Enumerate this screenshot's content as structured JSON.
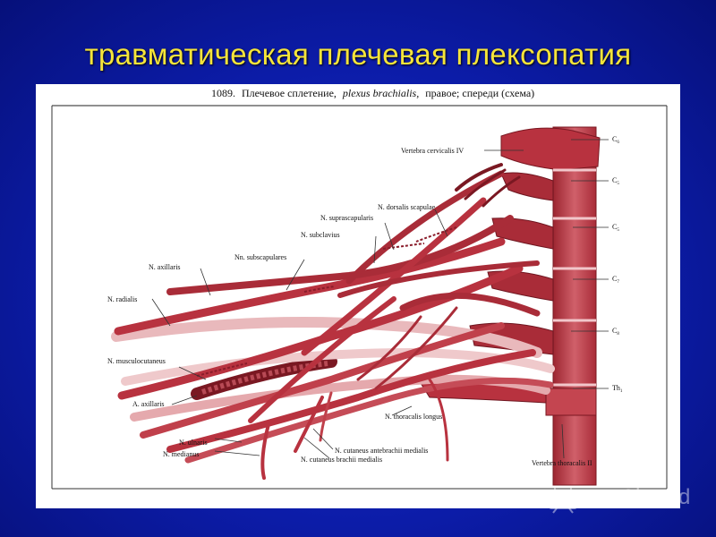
{
  "slide": {
    "title": "травматическая плечевая плексопатия"
  },
  "figure": {
    "caption_number": "1089.",
    "caption_text": "Плечевое сплетение,",
    "caption_latin": "plexus brachialis,",
    "caption_rest": "правое; спереди (схема)",
    "labels": {
      "vertebra_cervicalis_iv": "Vertebra cervicalis IV",
      "dorsalis_scapulae": "N. dorsalis scapulae",
      "suprascapularis": "N. suprascapularis",
      "subclavius": "N. subclavius",
      "subscapulares": "Nn. subscapulares",
      "axillaris": "N. axillaris",
      "radialis": "N. radialis",
      "musculocutaneus": "N. musculocutaneus",
      "a_axillaris": "A. axillaris",
      "ulnaris": "N. ulnaris",
      "medianus": "N. medianus",
      "thoracalis_longus": "N. thoracalis longus",
      "cutaneus_antebrachii": "N. cutaneus antebrachii medialis",
      "cutaneus_brachii": "N. cutaneus brachii medialis",
      "vertebra_thoracalis_ii": "Vertebra thoracalis II"
    },
    "spine_labels": {
      "c6": "C",
      "c6_sub": "6",
      "c5": "C",
      "c5_sub": "5",
      "c5b": "C",
      "c5b_sub": "5",
      "c7": "C",
      "c7_sub": "7",
      "c8": "C",
      "c8_sub": "8",
      "th1": "Th",
      "th1_sub": "1"
    }
  },
  "watermark": {
    "text": "MyShared"
  },
  "colors": {
    "background": "#0c1ca8",
    "title": "#f5e43a",
    "nerve": "#b8323f",
    "nerve_light": "#d98a8f",
    "artery": "#8a1c2a"
  }
}
